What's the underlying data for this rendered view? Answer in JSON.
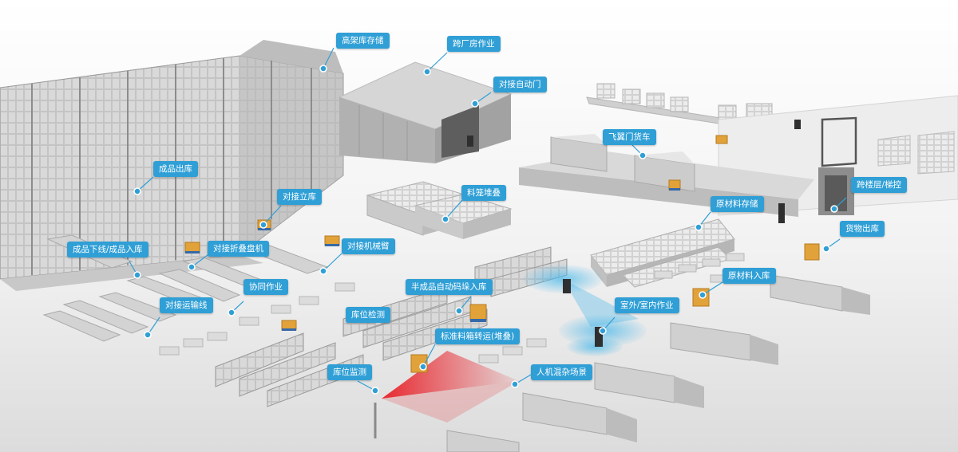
{
  "labels": [
    {
      "id": "high-rack-storage",
      "text": "高架库存储"
    },
    {
      "id": "cross-plant-operation",
      "text": "跨厂房作业"
    },
    {
      "id": "auto-door-docking",
      "text": "对接自动门"
    },
    {
      "id": "gullwing-truck",
      "text": "飞翼门货车"
    },
    {
      "id": "finished-goods-out",
      "text": "成品出库"
    },
    {
      "id": "material-cage-stacking",
      "text": "料笼堆叠"
    },
    {
      "id": "cross-floor-elevator",
      "text": "跨楼层/梯控"
    },
    {
      "id": "dock-asrs",
      "text": "对接立库"
    },
    {
      "id": "raw-material-storage",
      "text": "原材料存储"
    },
    {
      "id": "goods-out",
      "text": "货物出库"
    },
    {
      "id": "finished-offline-in",
      "text": "成品下线/成品入库"
    },
    {
      "id": "dock-folding-machine",
      "text": "对接折叠盘机"
    },
    {
      "id": "dock-robot-arm",
      "text": "对接机械臂"
    },
    {
      "id": "cooperative-operation",
      "text": "协同作业"
    },
    {
      "id": "raw-material-in",
      "text": "原材料入库"
    },
    {
      "id": "semi-finished-auto-in",
      "text": "半成品自动码垛入库"
    },
    {
      "id": "dock-conveyor",
      "text": "对接运输线"
    },
    {
      "id": "outdoor-indoor",
      "text": "室外/室内作业"
    },
    {
      "id": "location-detection",
      "text": "库位检测"
    },
    {
      "id": "standard-box-transfer",
      "text": "标准料箱转运(堆叠)"
    },
    {
      "id": "location-monitoring",
      "text": "库位监测"
    },
    {
      "id": "human-machine-mixed",
      "text": "人机混杂场景"
    }
  ],
  "colors": {
    "label_bg": "#2f9fd6",
    "label_text": "#ffffff",
    "marker": "#2f9fd6",
    "laser": "#e8141c",
    "scan_field": "#49b8ea",
    "agv": "#e2a23a"
  }
}
